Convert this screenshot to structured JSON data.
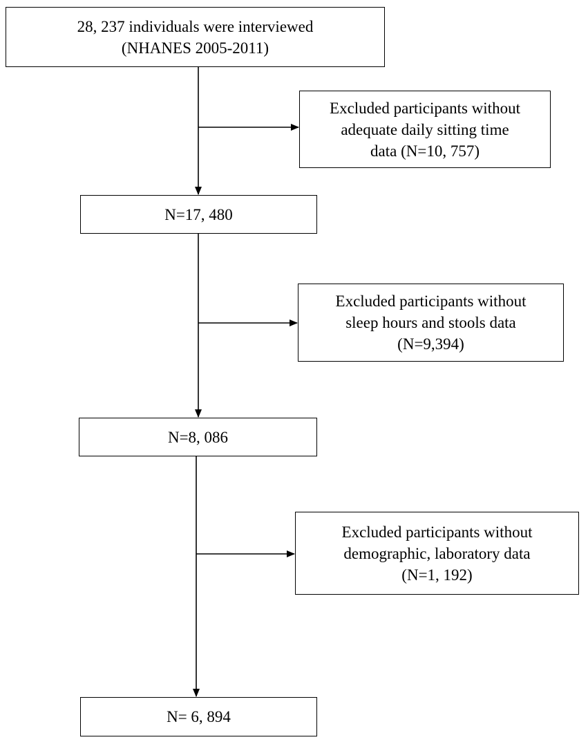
{
  "flowchart": {
    "start": {
      "line1": "28, 237 individuals were interviewed",
      "line2": "(NHANES 2005-2011)"
    },
    "exclusion_1": {
      "line1": "Excluded participants without",
      "line2": "adequate daily sitting time",
      "line3": "data (N=10, 757)"
    },
    "step_1": {
      "label": "N=17, 480"
    },
    "exclusion_2": {
      "line1": "Excluded participants without",
      "line2": "sleep hours and stools data",
      "line3": "(N=9,394)"
    },
    "step_2": {
      "label": "N=8, 086"
    },
    "exclusion_3": {
      "line1": "Excluded participants without",
      "line2": "demographic, laboratory data",
      "line3": "(N=1, 192)"
    },
    "final": {
      "label": "N= 6, 894"
    }
  }
}
